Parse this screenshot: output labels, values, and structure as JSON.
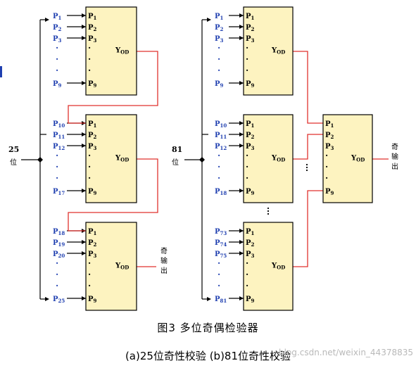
{
  "figure": {
    "title": "图3    多位奇偶检验器",
    "subtitle": "(a)25位奇性校验  (b)81位奇性校验",
    "watermark": "blog.csdn.net/weixin_44378835"
  },
  "colors": {
    "box_fill": "#fdf3c0",
    "wire": "#000000",
    "link": "#e0322e",
    "input_label": "#1f3fb0"
  },
  "box_pins": [
    "P1",
    "P2",
    "P3",
    "·",
    "·",
    "·",
    "P9"
  ],
  "box_output": "YOD",
  "left": {
    "bus_width": "25",
    "bus_unit": "位",
    "output_label": [
      "奇",
      "输",
      "出"
    ],
    "groups": [
      {
        "inputs": [
          "P1",
          "P2",
          "P3",
          "·",
          "·",
          "·",
          "P9"
        ]
      },
      {
        "inputs": [
          "P10",
          "P11",
          "P12",
          "·",
          "·",
          "·",
          "P17"
        ]
      },
      {
        "inputs": [
          "P18",
          "P19",
          "P20",
          "·",
          "·",
          "·",
          "P25"
        ]
      }
    ]
  },
  "right": {
    "bus_width": "81",
    "bus_unit": "位",
    "output_label": [
      "奇",
      "输",
      "出"
    ],
    "groups": [
      {
        "inputs": [
          "P1",
          "P2",
          "P3",
          "·",
          "·",
          "·",
          "P9"
        ]
      },
      {
        "inputs": [
          "P10",
          "P11",
          "P12",
          "·",
          "·",
          "·",
          "P18"
        ]
      },
      {
        "inputs": [
          "P73",
          "P74",
          "P75",
          "·",
          "·",
          "·",
          "P81"
        ]
      }
    ]
  }
}
